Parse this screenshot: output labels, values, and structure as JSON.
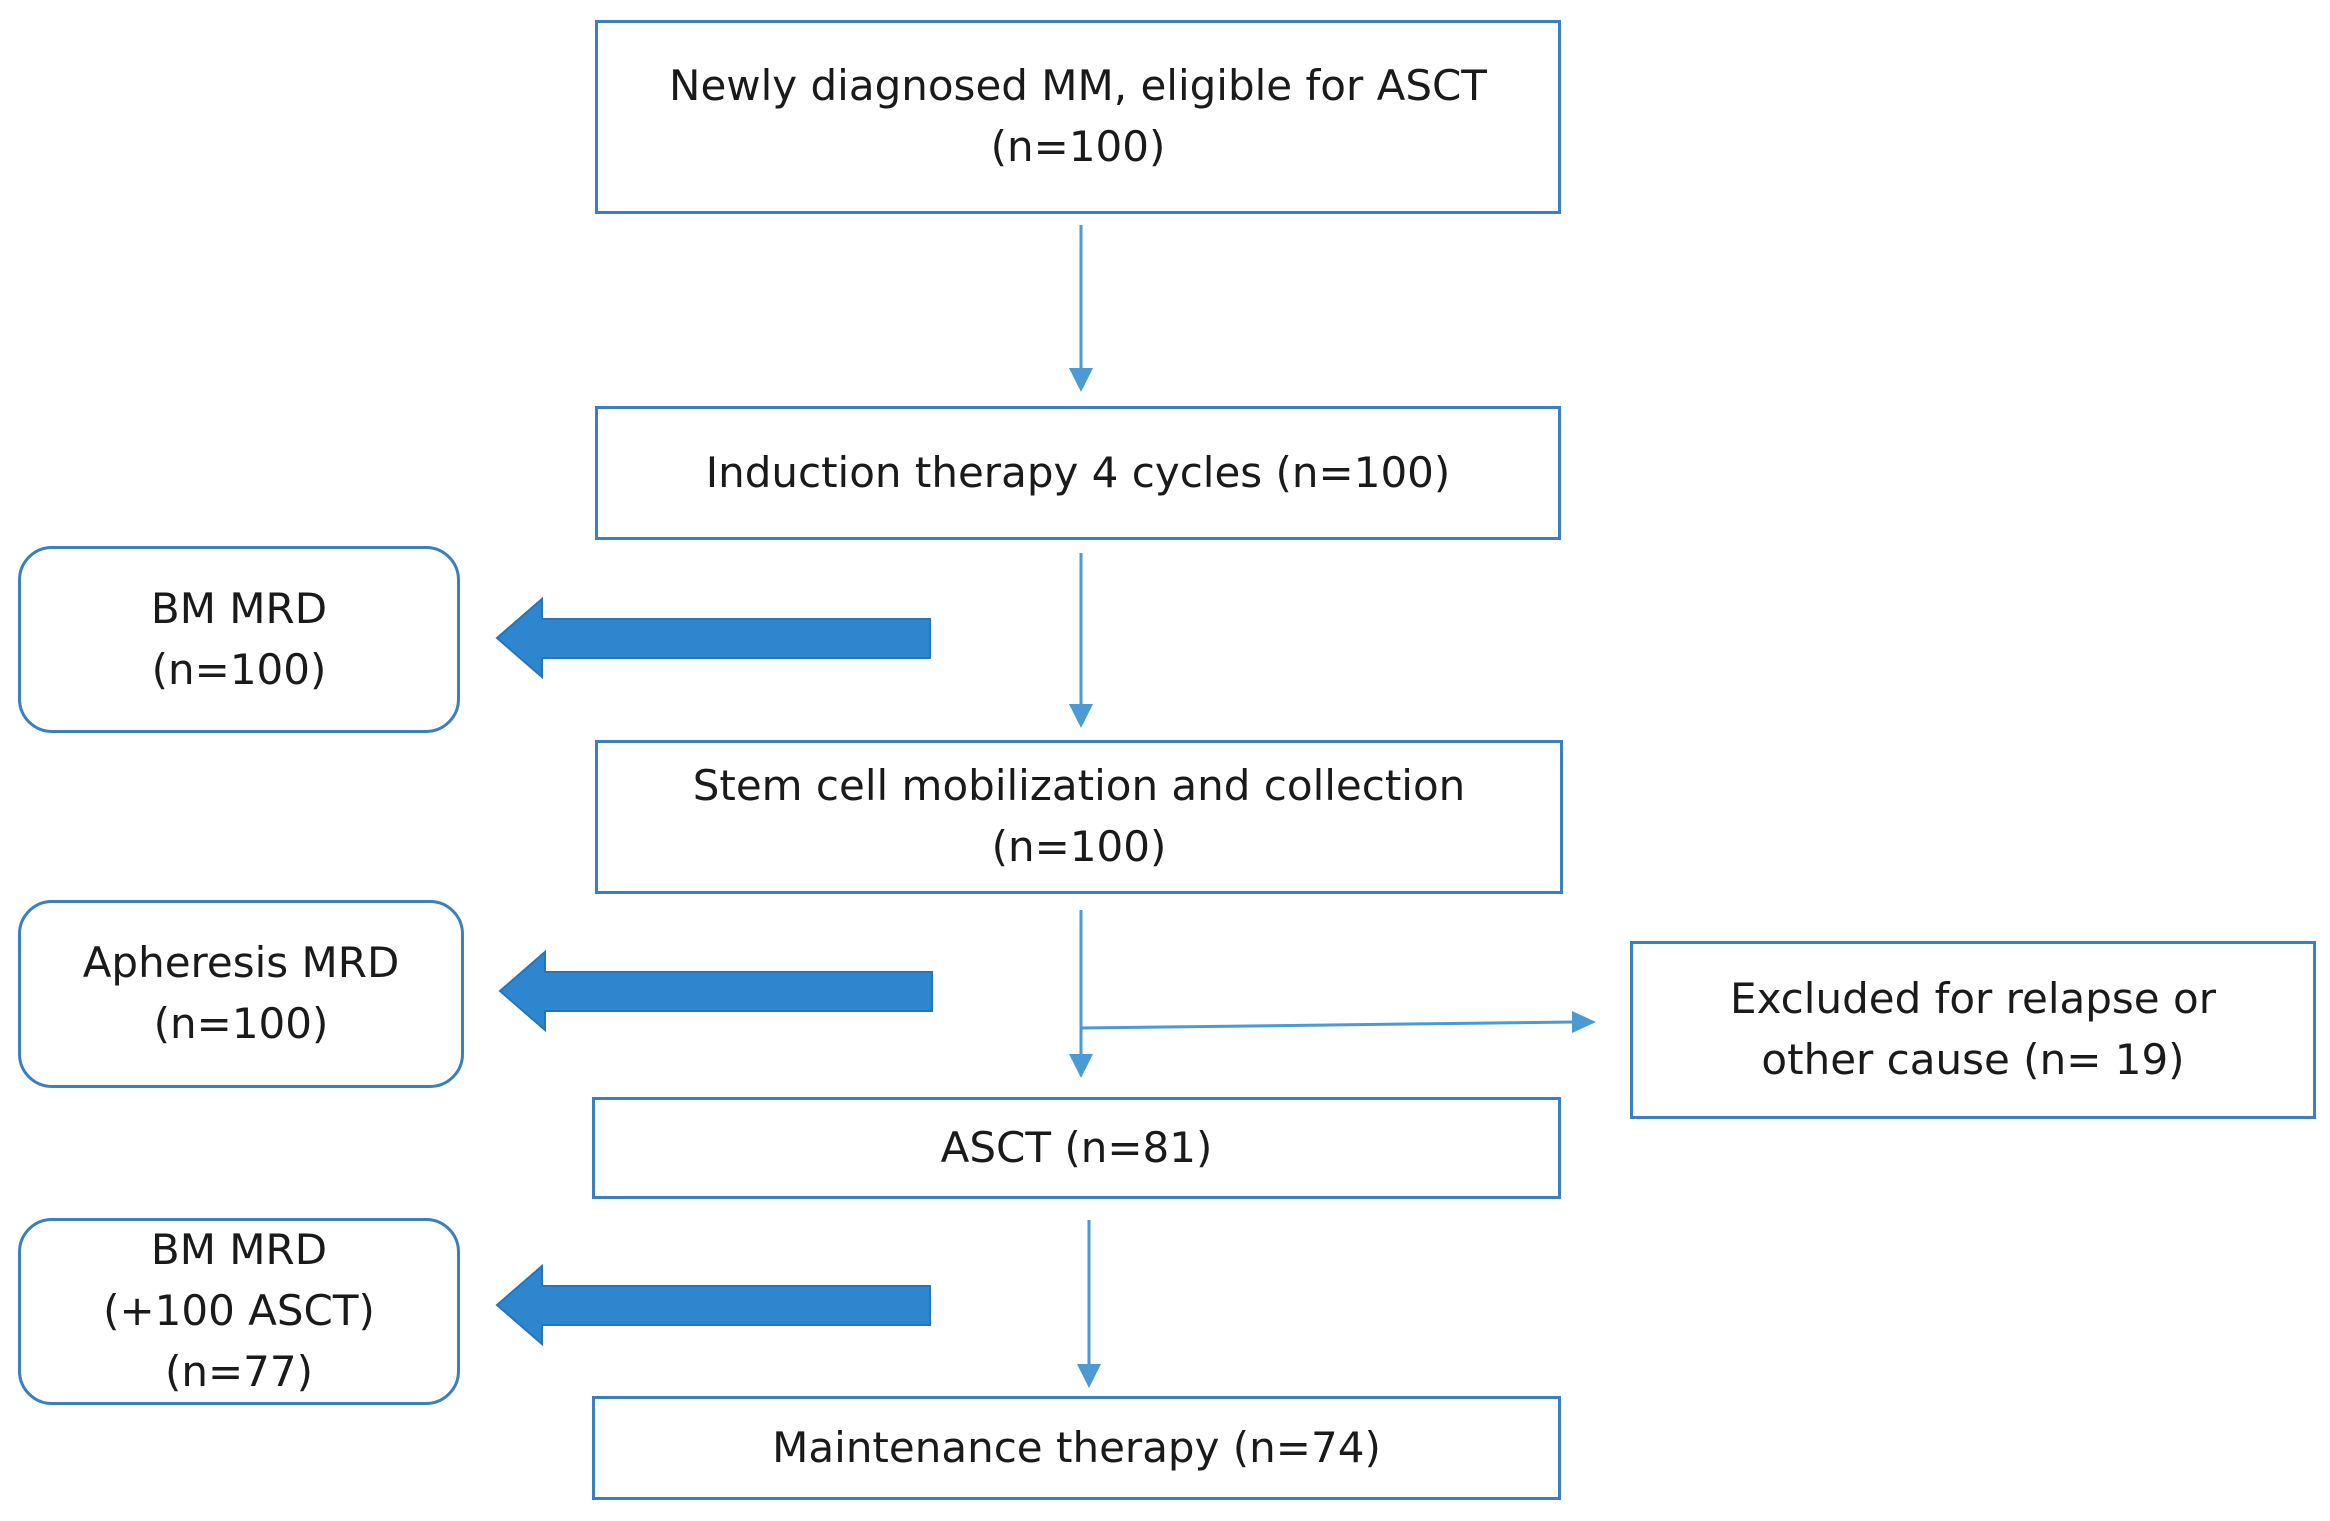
{
  "flowchart": {
    "nodes": {
      "newly": {
        "lines": [
          "Newly diagnosed MM,  eligible for ASCT",
          "(n=100)"
        ]
      },
      "induction": {
        "lines": [
          "Induction  therapy  4 cycles (n=100)"
        ]
      },
      "stem": {
        "lines": [
          "Stem  cell mobilization  and collection",
          "(n=100)"
        ]
      },
      "asct": {
        "lines": [
          "ASCT (n=81)"
        ]
      },
      "maintenance": {
        "lines": [
          "Maintenance  therapy  (n=74)"
        ]
      },
      "bm_mrd_1": {
        "lines": [
          "BM MRD",
          "(n=100)"
        ]
      },
      "apheresis_mrd": {
        "lines": [
          "Apheresis MRD",
          "(n=100)"
        ]
      },
      "bm_mrd_2": {
        "lines": [
          "BM MRD",
          "(+100 ASCT)",
          "(n=77)"
        ]
      },
      "excluded": {
        "lines": [
          "Excluded for relapse or",
          "other cause (n= 19)"
        ]
      }
    },
    "edges": [
      {
        "from": "newly",
        "to": "induction",
        "style": "thin"
      },
      {
        "from": "induction",
        "to": "stem",
        "style": "thin"
      },
      {
        "from": "stem",
        "to": "asct",
        "style": "thin"
      },
      {
        "from": "stem",
        "to": "excluded",
        "style": "thin"
      },
      {
        "from": "asct",
        "to": "maintenance",
        "style": "thin"
      },
      {
        "from": "induction",
        "to": "bm_mrd_1",
        "style": "thick"
      },
      {
        "from": "stem",
        "to": "apheresis_mrd",
        "style": "thick"
      },
      {
        "from": "asct",
        "to": "bm_mrd_2",
        "style": "thick"
      }
    ],
    "colors": {
      "box_border": "#3b7fbf",
      "thin_arrow": "#4a9ad6",
      "thick_arrow": "#2e86cf",
      "text": "#1a1a1a"
    }
  }
}
